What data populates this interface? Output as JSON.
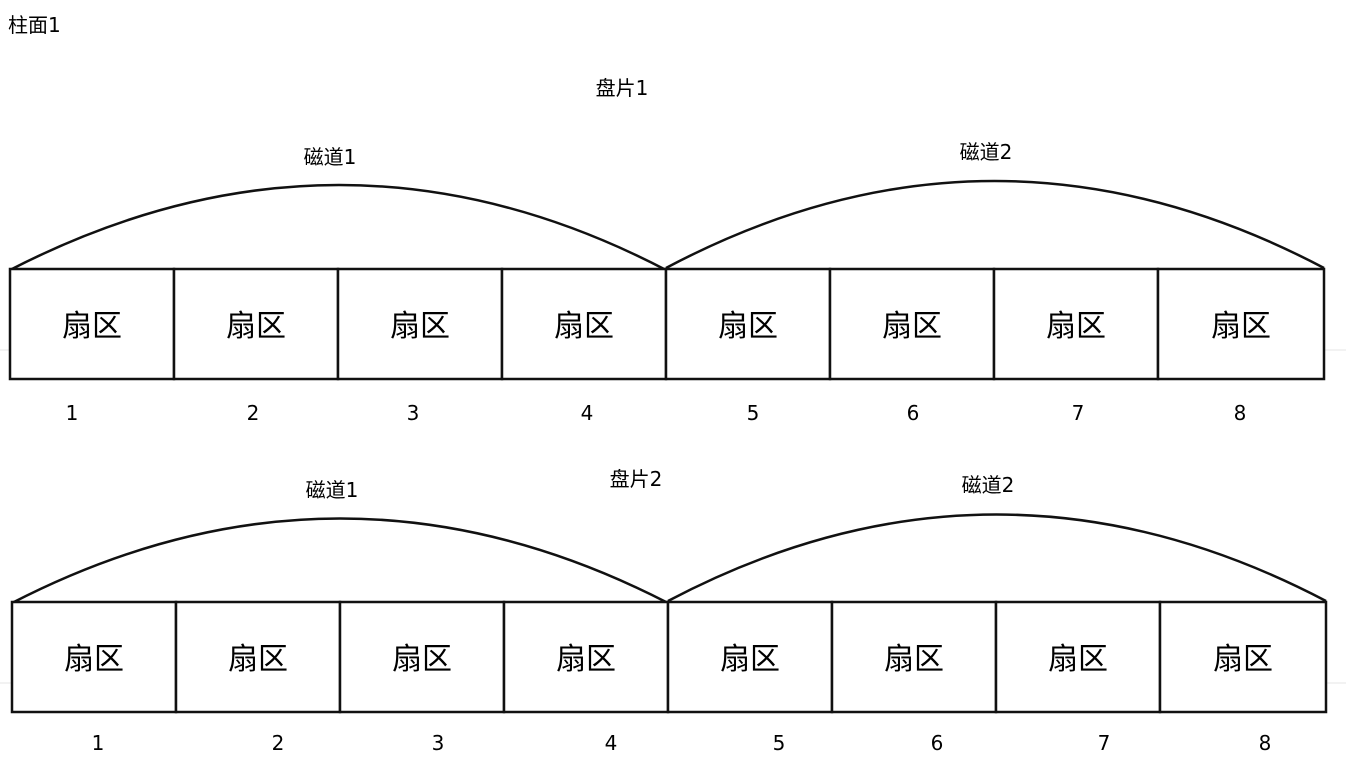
{
  "cylinder_label": "柱面1",
  "platters": [
    {
      "title": "盘片1",
      "tracks": [
        {
          "label": "磁道1"
        },
        {
          "label": "磁道2"
        }
      ],
      "sectors": [
        {
          "label": "扇区",
          "number": "1"
        },
        {
          "label": "扇区",
          "number": "2"
        },
        {
          "label": "扇区",
          "number": "3"
        },
        {
          "label": "扇区",
          "number": "4"
        },
        {
          "label": "扇区",
          "number": "5"
        },
        {
          "label": "扇区",
          "number": "6"
        },
        {
          "label": "扇区",
          "number": "7"
        },
        {
          "label": "扇区",
          "number": "8"
        }
      ]
    },
    {
      "title": "盘片2",
      "tracks": [
        {
          "label": "磁道1"
        },
        {
          "label": "磁道2"
        }
      ],
      "sectors": [
        {
          "label": "扇区",
          "number": "1"
        },
        {
          "label": "扇区",
          "number": "2"
        },
        {
          "label": "扇区",
          "number": "3"
        },
        {
          "label": "扇区",
          "number": "4"
        },
        {
          "label": "扇区",
          "number": "5"
        },
        {
          "label": "扇区",
          "number": "6"
        },
        {
          "label": "扇区",
          "number": "7"
        },
        {
          "label": "扇区",
          "number": "8"
        }
      ]
    }
  ]
}
